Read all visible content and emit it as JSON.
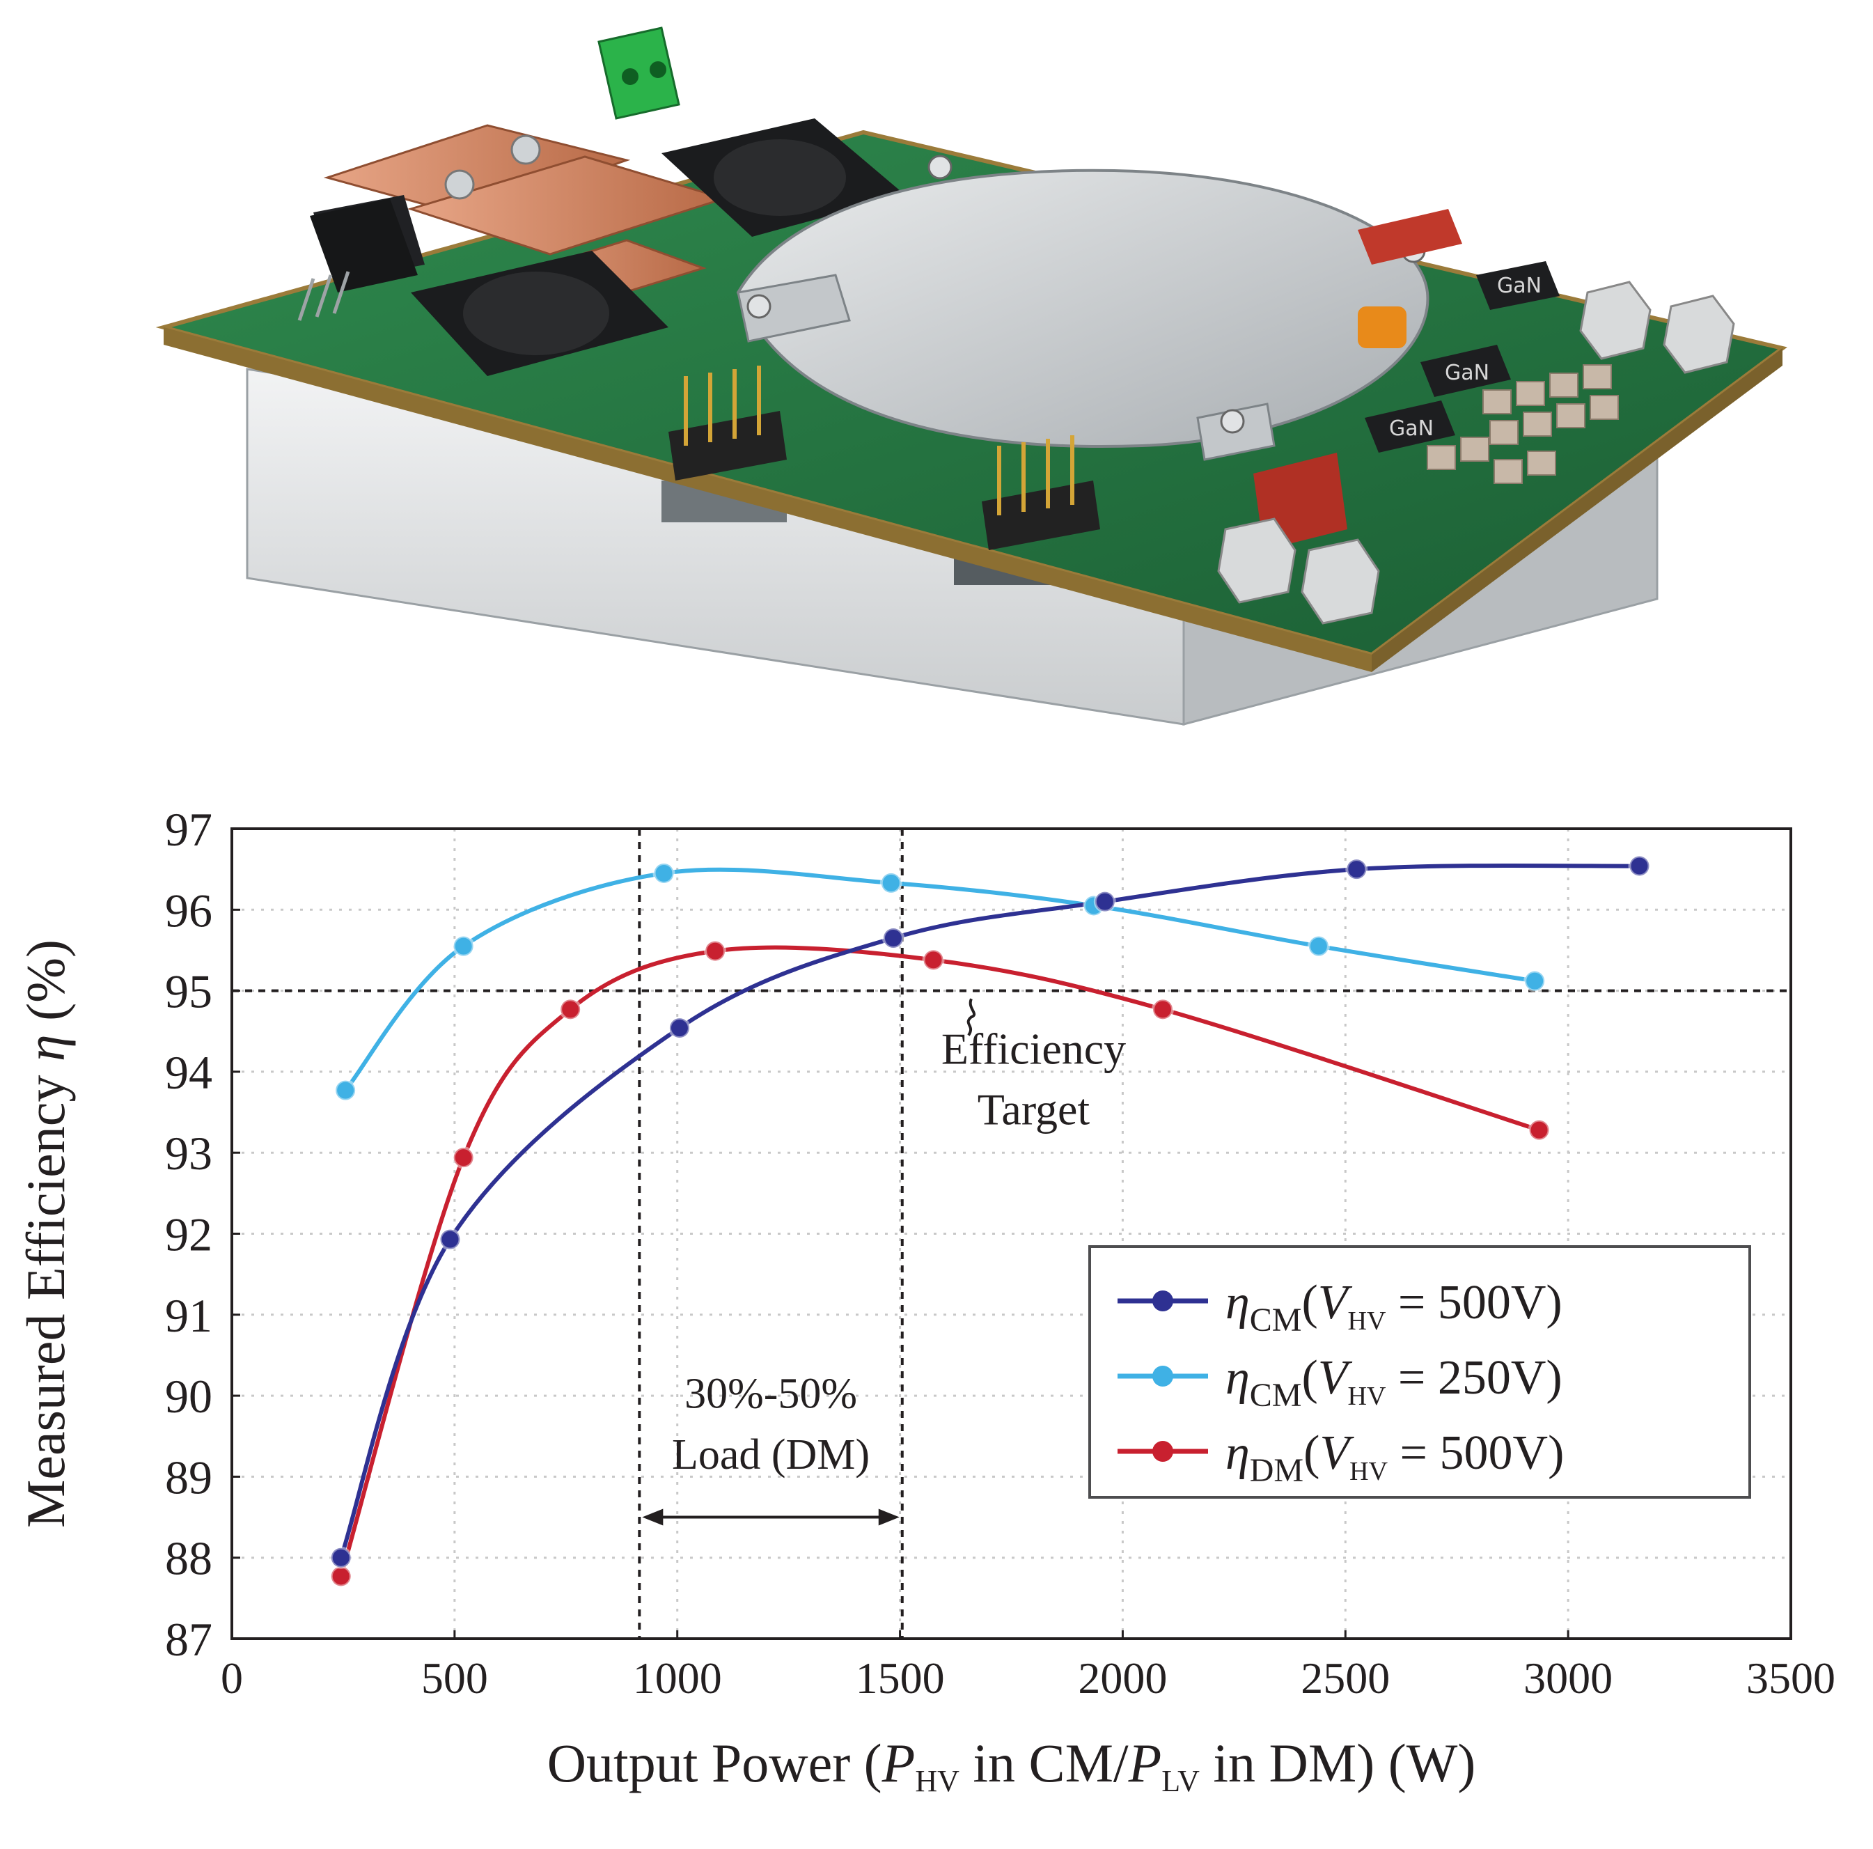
{
  "chart_data": {
    "type": "line",
    "xlabel": "Output Power (P_HV in CM/P_LV in DM) (W)",
    "ylabel": "Measured Efficiency η (%)",
    "xlim": [
      0,
      3500
    ],
    "ylim": [
      87,
      97
    ],
    "x_ticks": [
      0,
      500,
      1000,
      1500,
      2000,
      2500,
      3000,
      3500
    ],
    "y_ticks": [
      87,
      88,
      89,
      90,
      91,
      92,
      93,
      94,
      95,
      96,
      97
    ],
    "x_tick_labels": [
      "0",
      "500",
      "1000",
      "1500",
      "2000",
      "2500",
      "3000",
      "3500"
    ],
    "y_tick_labels": [
      "87",
      "88",
      "89",
      "90",
      "91",
      "92",
      "93",
      "94",
      "95",
      "96",
      "97"
    ],
    "grid": true,
    "legend_position": "bottom-right",
    "series": [
      {
        "name": "η_CM(V_HV = 500V)",
        "color": "#2e3192",
        "x": [
          245,
          490,
          1005,
          1485,
          1960,
          2525,
          3160
        ],
        "y": [
          88.0,
          91.93,
          94.54,
          95.65,
          96.1,
          96.5,
          96.54
        ]
      },
      {
        "name": "η_CM(V_HV = 250V)",
        "color": "#3fb1e5",
        "x": [
          255,
          520,
          970,
          1480,
          1935,
          2440,
          2925
        ],
        "y": [
          93.77,
          95.55,
          96.45,
          96.33,
          96.05,
          95.55,
          95.12
        ]
      },
      {
        "name": "η_DM(V_HV = 500V)",
        "color": "#c8202f",
        "x": [
          245,
          520,
          760,
          1085,
          1575,
          2090,
          2935
        ],
        "y": [
          87.77,
          92.94,
          94.77,
          95.49,
          95.38,
          94.77,
          93.28
        ]
      }
    ],
    "annotations": {
      "target_line_y": 95,
      "range_x": [
        915,
        1505
      ],
      "target_label_line1": "Efficiency",
      "target_label_line2": "Target",
      "range_label_line1": "30%-50%",
      "range_label_line2": "Load (DM)"
    },
    "legend": [
      {
        "eta_sub": "CM",
        "v_sub": "HV",
        "value": "500V",
        "color": "#2e3192"
      },
      {
        "eta_sub": "CM",
        "v_sub": "HV",
        "value": "250V",
        "color": "#3fb1e5"
      },
      {
        "eta_sub": "DM",
        "v_sub": "HV",
        "value": "500V",
        "color": "#c8202f"
      }
    ]
  },
  "photo": {
    "description_icon": "gan-converter-board-photo",
    "chip_marks": [
      "GaN",
      "GaN",
      "GaN"
    ]
  }
}
